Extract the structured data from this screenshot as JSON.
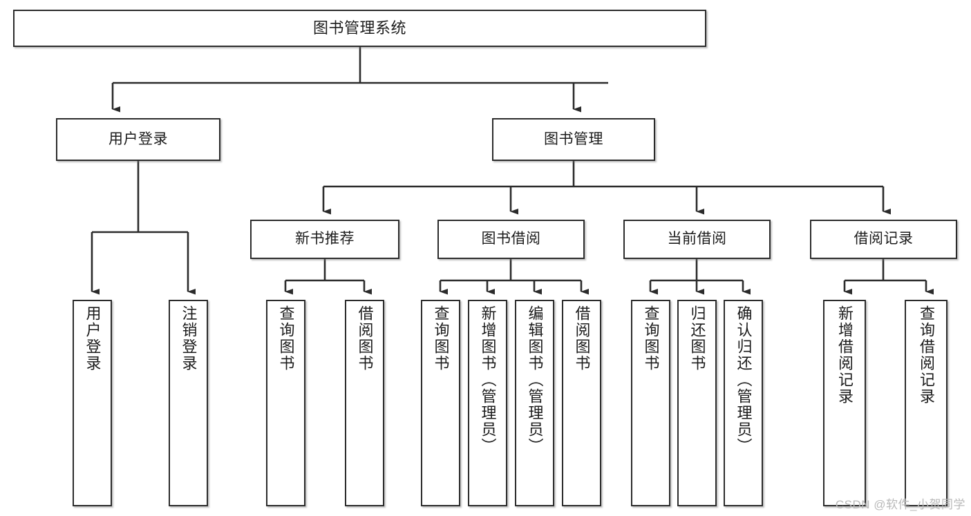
{
  "diagram": {
    "type": "tree-hierarchy-chart",
    "title": "图书管理系统",
    "watermark": "CSDN @软件_小贺同学",
    "colors": {
      "box_border": "#2b2b2b",
      "box_fill": "#ffffff",
      "connector": "#2b2b2b",
      "text": "#1b1b1b",
      "watermark": "#b9b9b9",
      "background": "#ffffff"
    },
    "root": {
      "label": "图书管理系统"
    },
    "level2": [
      {
        "label": "用户登录"
      },
      {
        "label": "图书管理"
      }
    ],
    "level3": [
      {
        "label": "新书推荐"
      },
      {
        "label": "图书借阅"
      },
      {
        "label": "当前借阅"
      },
      {
        "label": "借阅记录"
      }
    ],
    "leaves": {
      "user_login": [
        {
          "label": "用户登录"
        },
        {
          "label": "注销登录"
        }
      ],
      "new_book": [
        {
          "label": "查询图书"
        },
        {
          "label": "借阅图书"
        }
      ],
      "book_borrow": [
        {
          "label": "查询图书"
        },
        {
          "label": "新增图书（管理员）"
        },
        {
          "label": "编辑图书（管理员）"
        },
        {
          "label": "借阅图书"
        }
      ],
      "current_borrow": [
        {
          "label": "查询图书"
        },
        {
          "label": "归还图书"
        },
        {
          "label": "确认归还（管理员）"
        }
      ],
      "borrow_record": [
        {
          "label": "新增借阅记录"
        },
        {
          "label": "查询借阅记录"
        }
      ]
    }
  }
}
